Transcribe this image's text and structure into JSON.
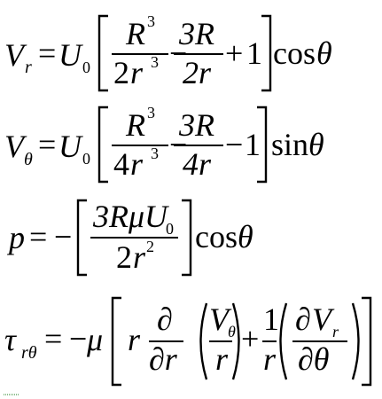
{
  "equations": {
    "vr": {
      "lhs_main": "V",
      "lhs_sub": "r",
      "eq": "=",
      "U": "U",
      "U_sub": "0",
      "f1_num": "R",
      "f1_num_sup": "3",
      "f1_den_coef": "2",
      "f1_den_var": "r",
      "f1_den_sup": "3",
      "minus": "−",
      "f2_num": "3R",
      "f2_den": "2r",
      "op2": "+",
      "const": "1",
      "trig": "cos",
      "theta": "θ"
    },
    "vtheta": {
      "lhs_main": "V",
      "lhs_sub": "θ",
      "eq": "=",
      "U": "U",
      "U_sub": "0",
      "f1_num": "R",
      "f1_num_sup": "3",
      "f1_den_coef": "4",
      "f1_den_var": "r",
      "f1_den_sup": "3",
      "minus": "−",
      "f2_num": "3R",
      "f2_den": "4r",
      "op2": "−",
      "const": "1",
      "trig": "sin",
      "theta": "θ"
    },
    "p": {
      "lhs": "p",
      "eq": "=",
      "neg": "−",
      "num": "3RμU",
      "num_sub": "0",
      "den_coef": "2",
      "den_var": "r",
      "den_sup": "2",
      "trig": "cos",
      "theta": "θ"
    },
    "tau": {
      "lhs_main": "τ",
      "lhs_sub": "rθ",
      "eq": "=",
      "neg": "−",
      "mu": "μ",
      "r1": "r",
      "d1_num": "∂",
      "d1_den": "∂r",
      "v_main": "V",
      "v_sub": "θ",
      "v_den": "r",
      "plus": "+",
      "one": "1",
      "one_den": "r",
      "d2_num": "∂",
      "d2_num_var": "V",
      "d2_num_sub": "r",
      "d2_den": "∂θ"
    }
  }
}
